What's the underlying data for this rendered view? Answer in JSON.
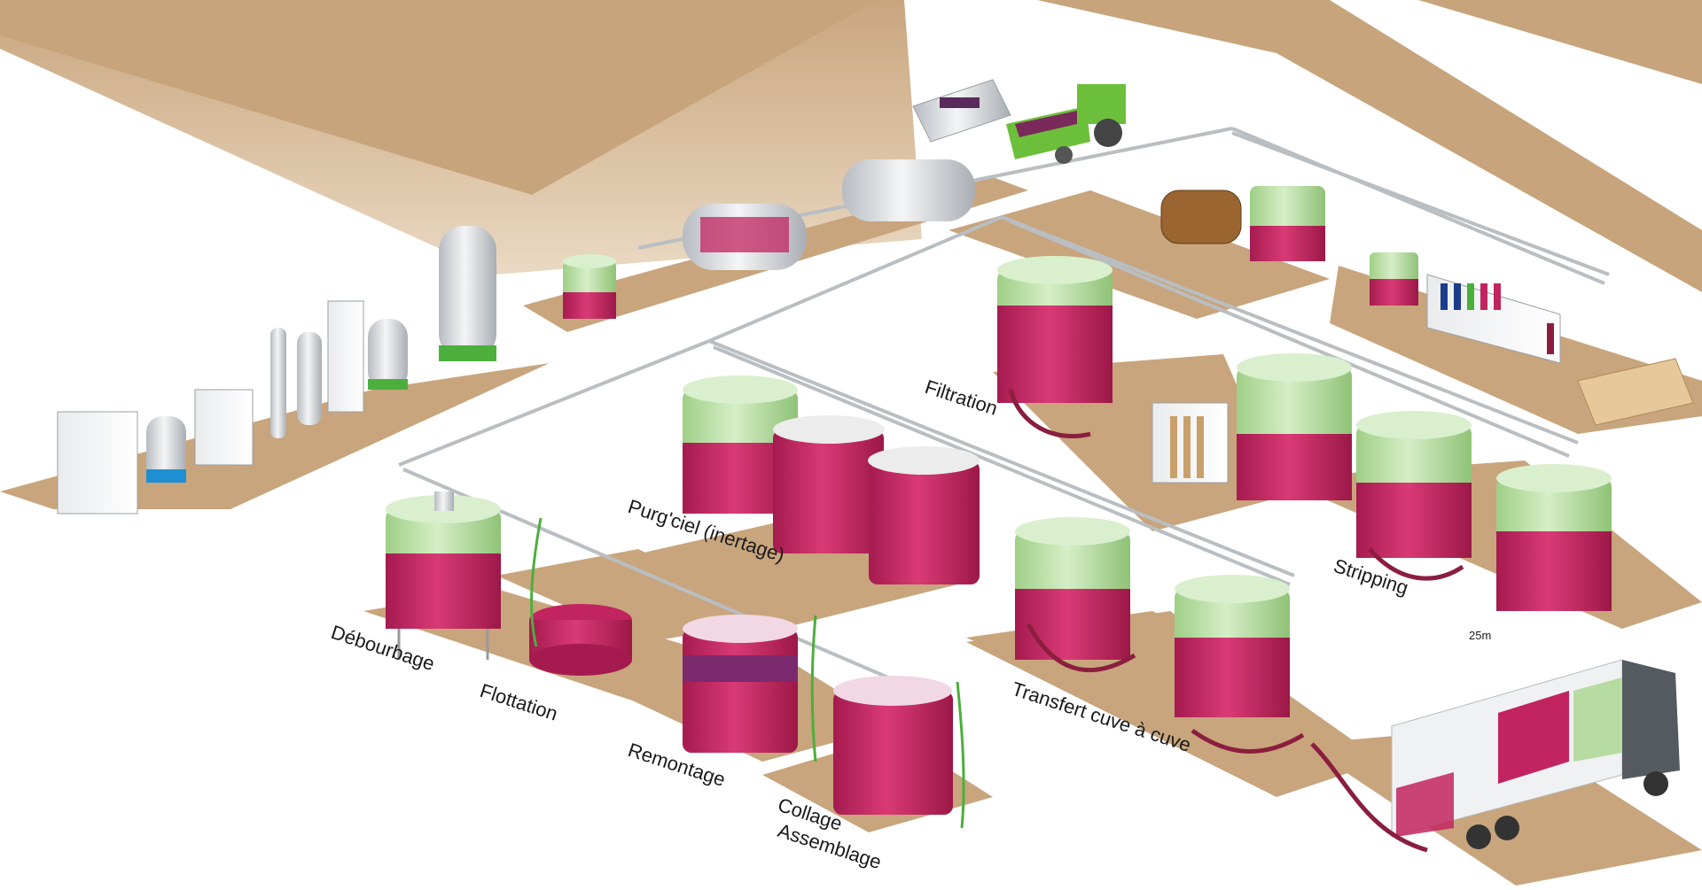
{
  "labels": {
    "debourbage": "Débourbage",
    "flottation": "Flottation",
    "remontage": "Remontage",
    "collage": "Collage",
    "assemblage": "Assemblage",
    "purgciel": "Purg'ciel (inertage)",
    "filtration": "Filtration",
    "transfert": "Transfert cuve à cuve",
    "stripping": "Stripping",
    "distance": "25m"
  },
  "colors": {
    "ground": "#c8a57d",
    "wine": "#c2245f",
    "glass": "#b7dca1",
    "metal": "#cfd3d6",
    "hose_green": "#4caf3c",
    "hose_wine": "#8b1e3f"
  }
}
